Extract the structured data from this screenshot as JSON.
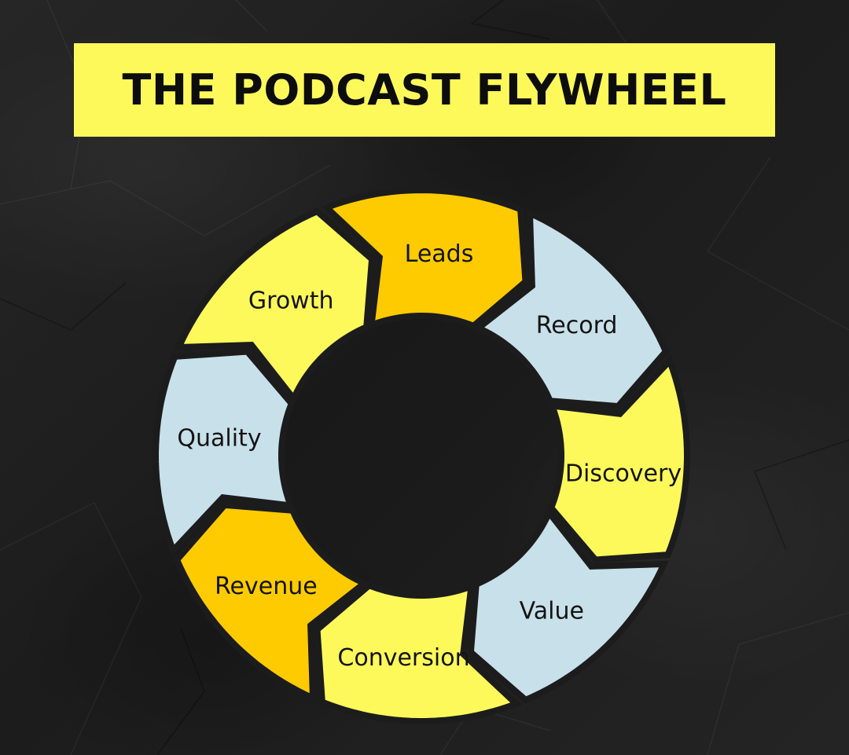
{
  "title": "THE PODCAST FLYWHEEL",
  "colors": {
    "background": "#1f1f1f",
    "title_bg": "#fdf95b",
    "title_text": "#0d0d0d",
    "outline": "#1c1c1c",
    "light_yellow": "#fdf95b",
    "gold": "#fecb00",
    "light_blue": "#c8e0ea"
  },
  "segments": [
    {
      "label": "Leads",
      "color": "#fecb00"
    },
    {
      "label": "Record",
      "color": "#c8e0ea"
    },
    {
      "label": "Discovery",
      "color": "#fdf95b"
    },
    {
      "label": "Value",
      "color": "#c8e0ea"
    },
    {
      "label": "Conversion",
      "color": "#fdf95b"
    },
    {
      "label": "Revenue",
      "color": "#fecb00"
    },
    {
      "label": "Quality",
      "color": "#c8e0ea"
    },
    {
      "label": "Growth",
      "color": "#fdf95b"
    }
  ]
}
